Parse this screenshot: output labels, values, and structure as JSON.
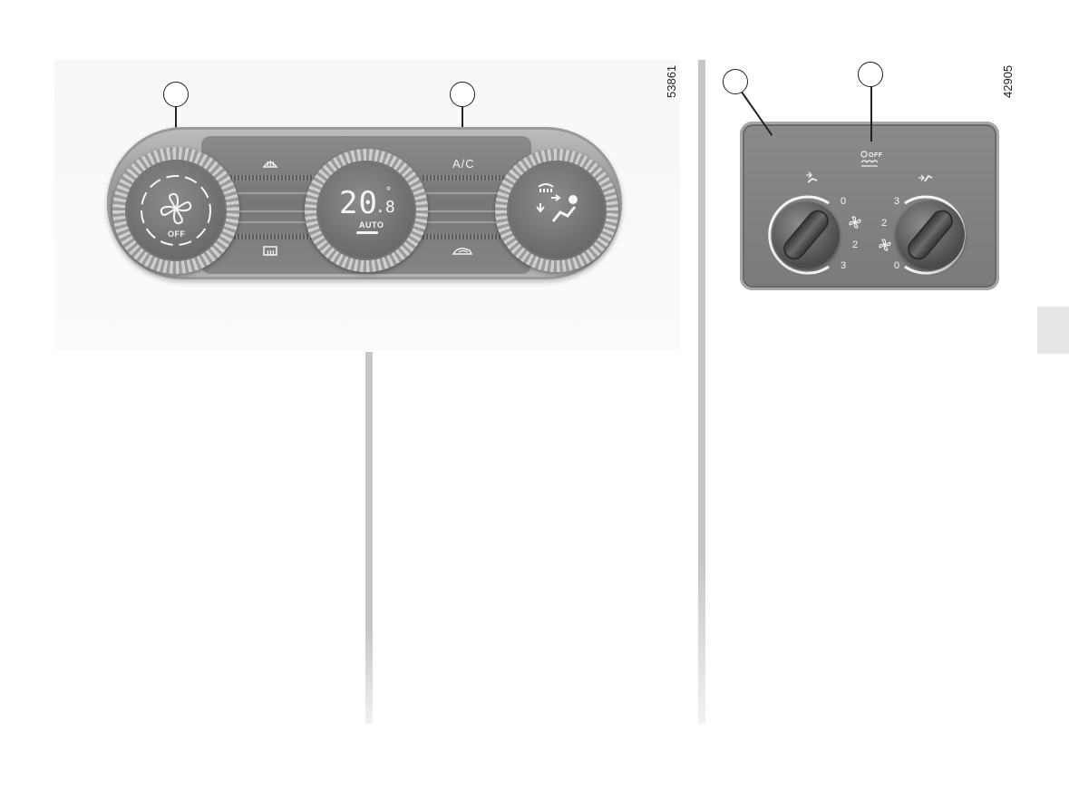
{
  "figure_left": {
    "code": "53861",
    "display": {
      "temperature": "20",
      "temperature_decimal": ".8",
      "degree": "°",
      "mode": "AUTO"
    },
    "fan_knob": {
      "label": "OFF"
    },
    "buttons": {
      "ac_label": "A/C"
    },
    "icons": [
      "windscreen-demist-icon",
      "rear-screen-demist-icon",
      "recirculation-icon",
      "air-distribution-icon",
      "fan-icon"
    ]
  },
  "figure_right": {
    "code": "42905",
    "left_knob": {
      "scale_top": "0",
      "scale_mid": "2",
      "scale_bottom": "3"
    },
    "right_knob": {
      "scale_top": "3",
      "scale_mid": "2",
      "scale_bottom": "0"
    },
    "off_indicator": "OFF"
  },
  "colors": {
    "panel": "#8e8e8e",
    "display_text": "#f5f5f5",
    "divider": "#c6c6c6",
    "side_tab": "#e6e6e6"
  }
}
